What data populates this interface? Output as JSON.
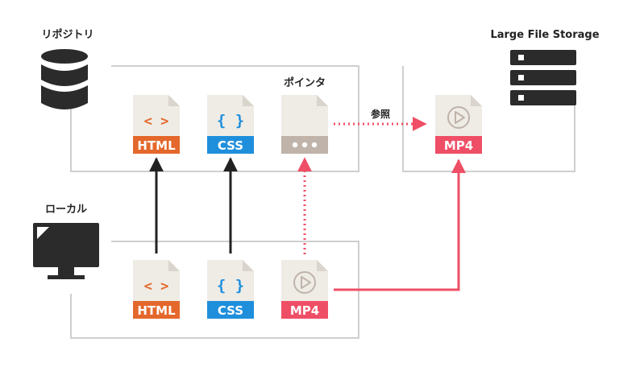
{
  "labels": {
    "repository": "リポジトリ",
    "local": "ローカル",
    "lfs": "Large File Storage",
    "pointer": "ポインタ",
    "reference": "参照"
  },
  "files": {
    "repo_html": "HTML",
    "repo_css": "CSS",
    "lfs_mp4": "MP4",
    "local_html": "HTML",
    "local_css": "CSS",
    "local_mp4": "MP4"
  },
  "glyphs": {
    "html": "< >",
    "css": "{ }"
  },
  "icons": {
    "repository": "database-icon",
    "local": "monitor-icon",
    "lfs": "server-icon",
    "pointer": "pointer-file-icon",
    "video": "play-icon"
  },
  "colors": {
    "html": "#e4682b",
    "css": "#1f8fdc",
    "mp4": "#ef4f66",
    "pointer": "#bfb3aa",
    "file_body": "#efece6",
    "file_fold": "#d9d4cc",
    "box_border": "#cfcfcf",
    "arrow_dark": "#222222",
    "arrow_red": "#ef4f66",
    "icon_dark": "#2b2b2b"
  }
}
